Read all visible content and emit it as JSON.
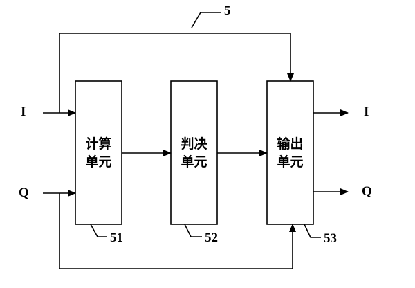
{
  "diagram": {
    "blocks": [
      {
        "id": "calc",
        "line1": "计算",
        "line2": "单元",
        "ref": "51"
      },
      {
        "id": "decision",
        "line1": "判决",
        "line2": "单元",
        "ref": "52"
      },
      {
        "id": "output",
        "line1": "输出",
        "line2": "单元",
        "ref": "53"
      }
    ],
    "inputs": {
      "i": "I",
      "q": "Q"
    },
    "outputs": {
      "i": "I",
      "q": "Q"
    },
    "system_ref": "5"
  }
}
